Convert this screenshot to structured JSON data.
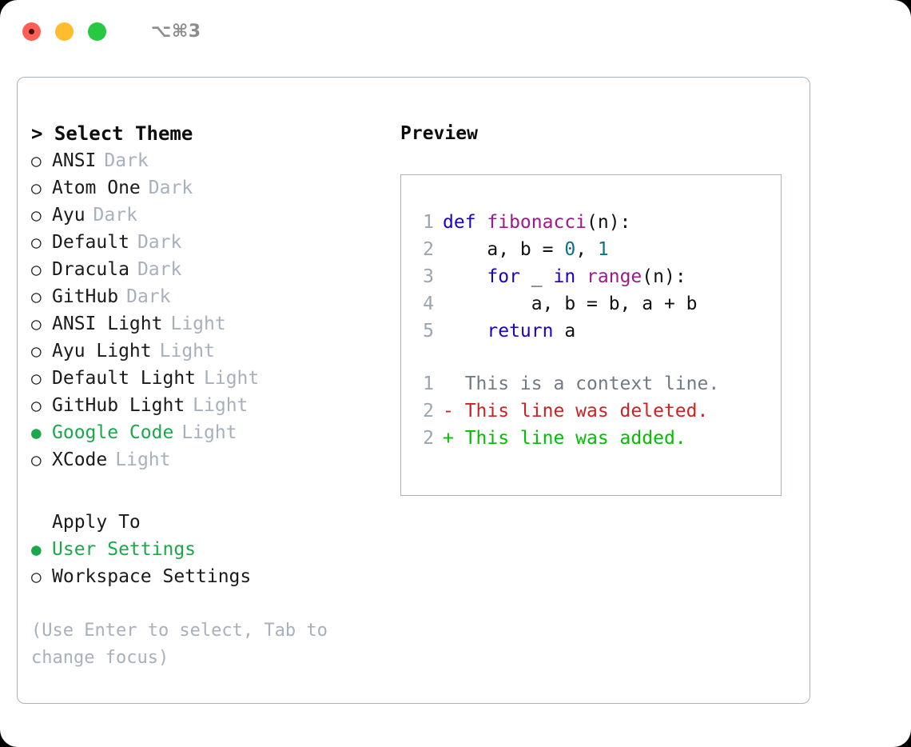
{
  "titlebar": {
    "shortcut": "⌥⌘3",
    "buttons": [
      {
        "name": "close",
        "color": "#ff5f57"
      },
      {
        "name": "minimize",
        "color": "#febc2e"
      },
      {
        "name": "maximize",
        "color": "#28c840"
      }
    ]
  },
  "theme_picker": {
    "heading": "> Select Theme",
    "selected_bullet": "●",
    "unselected_bullet": "○",
    "accent_color": "#1aa84a",
    "items": [
      {
        "bullet": "○",
        "name": "ANSI",
        "variant": "Dark",
        "selected": false
      },
      {
        "bullet": "○",
        "name": "Atom One",
        "variant": "Dark",
        "selected": false
      },
      {
        "bullet": "○",
        "name": "Ayu",
        "variant": "Dark",
        "selected": false
      },
      {
        "bullet": "○",
        "name": "Default",
        "variant": "Dark",
        "selected": false
      },
      {
        "bullet": "○",
        "name": "Dracula",
        "variant": "Dark",
        "selected": false
      },
      {
        "bullet": "○",
        "name": "GitHub",
        "variant": "Dark",
        "selected": false
      },
      {
        "bullet": "○",
        "name": "ANSI Light",
        "variant": "Light",
        "selected": false
      },
      {
        "bullet": "○",
        "name": "Ayu Light",
        "variant": "Light",
        "selected": false
      },
      {
        "bullet": "○",
        "name": "Default Light",
        "variant": "Light",
        "selected": false
      },
      {
        "bullet": "○",
        "name": "GitHub Light",
        "variant": "Light",
        "selected": false
      },
      {
        "bullet": "●",
        "name": "Google Code",
        "variant": "Light",
        "selected": true
      },
      {
        "bullet": "○",
        "name": "XCode",
        "variant": "Light",
        "selected": false
      }
    ]
  },
  "apply_to": {
    "label": "Apply To",
    "items": [
      {
        "bullet": "●",
        "name": "User Settings",
        "selected": true
      },
      {
        "bullet": "○",
        "name": "Workspace Settings",
        "selected": false
      }
    ]
  },
  "hint": "(Use Enter to select, Tab to change focus)",
  "preview": {
    "title": "Preview",
    "code_lines": [
      {
        "num": "1",
        "tokens": [
          {
            "t": "def ",
            "c": "kw"
          },
          {
            "t": "fibonacci",
            "c": "fn"
          },
          {
            "t": "(n):",
            "c": "pl"
          }
        ]
      },
      {
        "num": "2",
        "tokens": [
          {
            "t": "    a, b = ",
            "c": "pl"
          },
          {
            "t": "0",
            "c": "num"
          },
          {
            "t": ", ",
            "c": "pl"
          },
          {
            "t": "1",
            "c": "num"
          }
        ]
      },
      {
        "num": "3",
        "tokens": [
          {
            "t": "    ",
            "c": "pl"
          },
          {
            "t": "for",
            "c": "kw"
          },
          {
            "t": " _ ",
            "c": "pl"
          },
          {
            "t": "in",
            "c": "kw"
          },
          {
            "t": " ",
            "c": "pl"
          },
          {
            "t": "range",
            "c": "fn"
          },
          {
            "t": "(n):",
            "c": "pl"
          }
        ]
      },
      {
        "num": "4",
        "tokens": [
          {
            "t": "        a, b = b, a + b",
            "c": "pl"
          }
        ]
      },
      {
        "num": "5",
        "tokens": [
          {
            "t": "    ",
            "c": "pl"
          },
          {
            "t": "return",
            "c": "kw"
          },
          {
            "t": " a",
            "c": "pl"
          }
        ]
      }
    ],
    "diff_lines": [
      {
        "num": "1",
        "marker": "  ",
        "text": "This is a context line.",
        "kind": "ctx"
      },
      {
        "num": "2",
        "marker": "- ",
        "text": "This line was deleted.",
        "kind": "del"
      },
      {
        "num": "2",
        "marker": "+ ",
        "text": "This line was added.",
        "kind": "add"
      }
    ],
    "colors": {
      "keyword": "#1a01cc",
      "function": "#a0188c",
      "number": "#0b7285",
      "plain": "#111111",
      "line_number": "#9aa5b1",
      "diff_context": "#707a85",
      "diff_deleted": "#cc2222",
      "diff_added": "#00c000"
    }
  }
}
